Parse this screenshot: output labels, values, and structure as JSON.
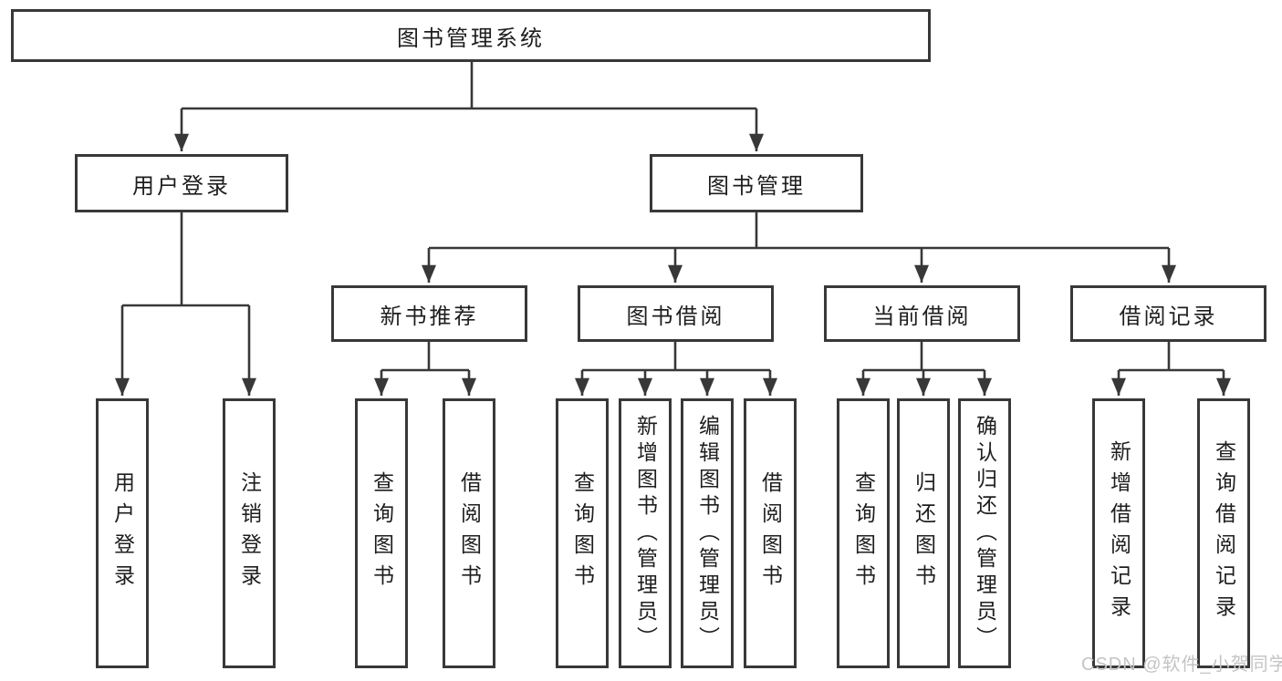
{
  "nodes": {
    "root": "图书管理系统",
    "user_login": "用户登录",
    "book_management": "图书管理",
    "new_book_recommend": "新书推荐",
    "book_borrow": "图书借阅",
    "current_borrow": "当前借阅",
    "borrow_records": "借阅记录",
    "ul_user_login": "用户登录",
    "ul_logout": "注销登录",
    "nr_query_books": "查询图书",
    "nr_borrow_books": "借阅图书",
    "bb_query_books": "查询图书",
    "bb_add_books": "新增图书（管理员）",
    "bb_edit_books": "编辑图书（管理员）",
    "bb_borrow_books": "借阅图书",
    "cb_query_books": "查询图书",
    "cb_return_books": "归还图书",
    "cb_confirm_return": "确认归还（管理员）",
    "br_add_record": "新增借阅记录",
    "br_query_record": "查询借阅记录"
  },
  "watermark": "CSDN @软件_小贺同学",
  "colors": {
    "line": "#383838",
    "text": "#1e1e1e",
    "box_fill": "#ffffff",
    "watermark": "#c4c4c4",
    "background": "#ffffff"
  }
}
